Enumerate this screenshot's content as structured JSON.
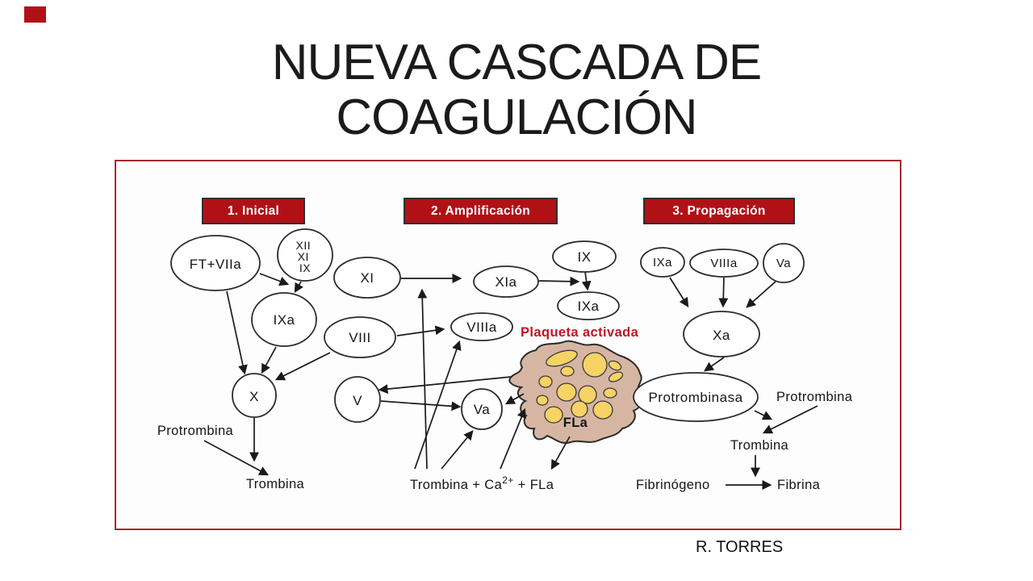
{
  "slide": {
    "title_line1": "NUEVA CASCADA DE",
    "title_line2": "COAGULACIÓN",
    "credit": "R. TORRES"
  },
  "phases": [
    {
      "label": "1. Inicial"
    },
    {
      "label": "2. Amplificación"
    },
    {
      "label": "3. Propagación"
    }
  ],
  "nodes": {
    "ft_viia": "FT+VIIa",
    "xii": "XII",
    "xi": "XI",
    "ix": "IX",
    "ixa": "IXa",
    "x": "X",
    "xia": "XIa",
    "viii": "VIII",
    "viiia": "VIIIa",
    "v": "V",
    "va": "Va",
    "xa": "Xa",
    "protrombinasa": "Protrombinasa"
  },
  "labels": {
    "protrombina": "Protrombina",
    "trombina": "Trombina",
    "trombina_ca_pre": "Trombina + Ca",
    "trombina_ca_sup": "2+",
    "trombina_ca_post": "+ FLa",
    "plaqueta": "Plaqueta activada",
    "fla": "FLa",
    "fibrinogeno": "Fibrinógeno",
    "fibrina": "Fibrina"
  },
  "colors": {
    "theme_red": "#B01116",
    "frame_border": "#A12A30",
    "label_red": "#C31425",
    "platelet_body": "#D6B6A3",
    "granule_yellow": "#F7D264",
    "text": "#1A1A1A"
  }
}
